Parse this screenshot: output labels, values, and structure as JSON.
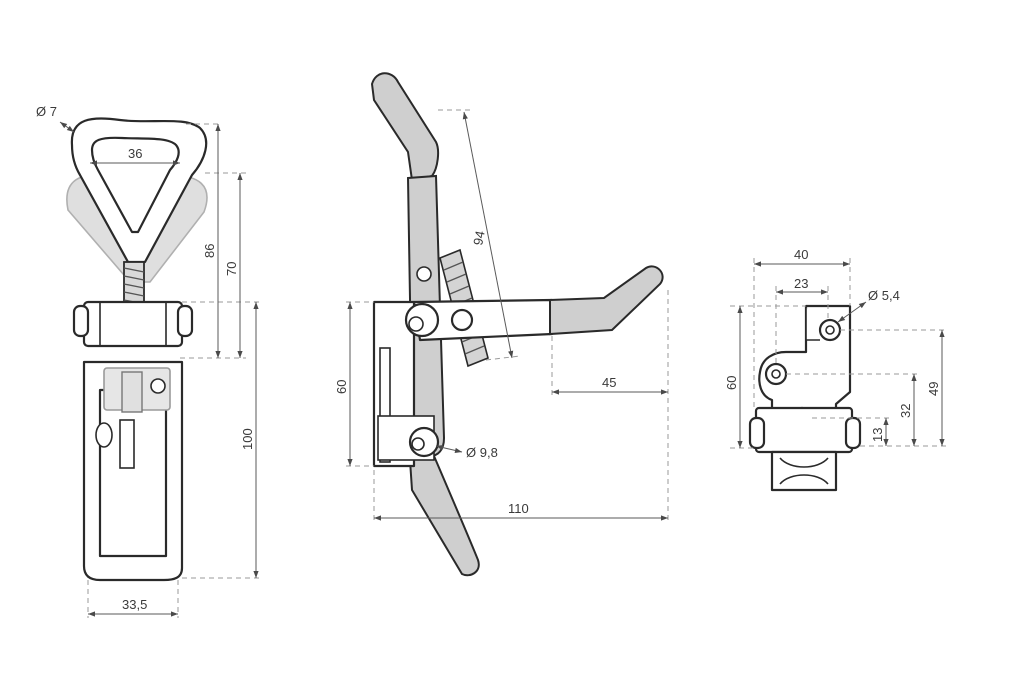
{
  "views": {
    "front": {
      "ring_diameter": "Ø 7",
      "ring_width": "36",
      "height_86": "86",
      "height_70": "70",
      "height_100": "100",
      "base_width": "33,5"
    },
    "side": {
      "length_94": "94",
      "height_60": "60",
      "lever_45": "45",
      "hole_diameter": "Ø 9,8",
      "length_110": "110"
    },
    "plate": {
      "width_40": "40",
      "width_23": "23",
      "hole_diameter": "Ø 5,4",
      "height_60": "60",
      "height_49": "49",
      "height_32": "32",
      "height_13": "13"
    }
  },
  "colors": {
    "line": "#2a2a2a",
    "shade": "#cfcfcf",
    "dimension": "#5a5a5a"
  }
}
